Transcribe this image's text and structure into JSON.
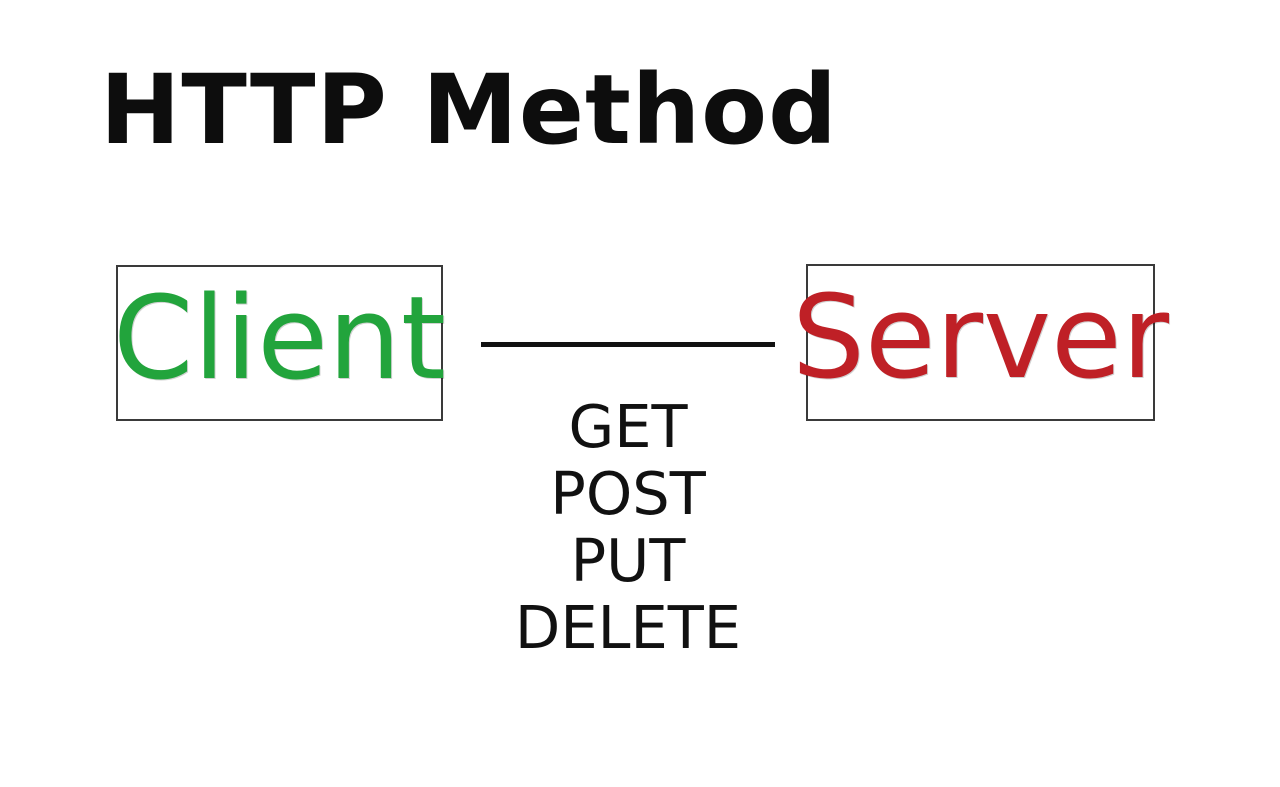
{
  "diagram": {
    "title": "HTTP Method",
    "background_color": "#ffffff",
    "nodes": [
      {
        "id": "client",
        "label": "Client",
        "color": "#22a43c",
        "border_color": "#3a3a3a"
      },
      {
        "id": "server",
        "label": "Server",
        "color": "#bf2026",
        "border_color": "#3a3a3a"
      }
    ],
    "connector": {
      "from": "client",
      "to": "server",
      "style": "solid-line",
      "color": "#111111"
    },
    "methods": {
      "label_color": "#111111",
      "items": [
        "GET",
        "POST",
        "PUT",
        "DELETE"
      ]
    }
  }
}
